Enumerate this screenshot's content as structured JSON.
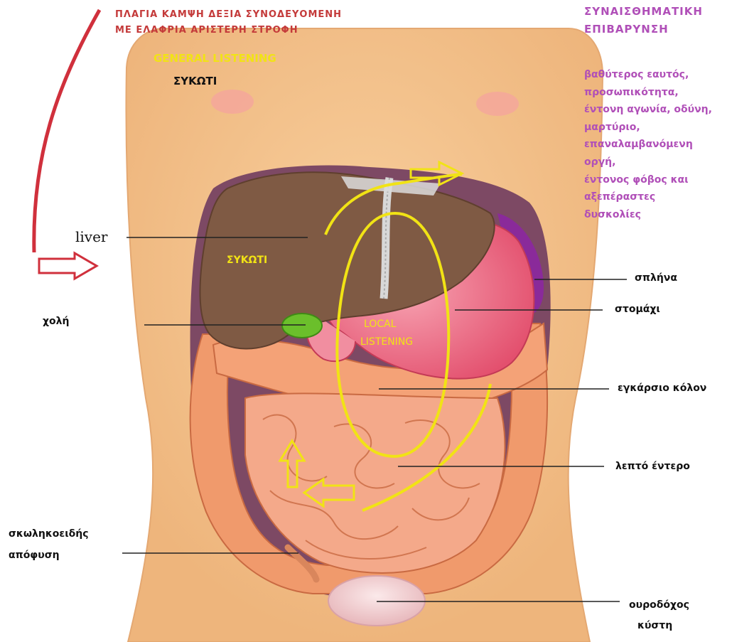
{
  "top_note": {
    "line1": "ΠΛΑΓΙΑ ΚΑΜΨΗ ΔΕΞΙΑ ΣΥΝΟΔΕΥΟΜΕΝΗ",
    "line2": "ΜΕ ΕΛΑΦΡΙΑ ΑΡΙΣΤΕΡΗ ΣΤΡΟΦΗ"
  },
  "general_listening": "GENERAL LISTENING",
  "general_organ": "ΣΥΚΩΤΙ",
  "emotional": {
    "title_line1": "ΣΥΝΑΙΣΘΗΜΑΤΙΚΗ",
    "title_line2": "ΕΠΙΒΑΡΥΝΣΗ",
    "lines": [
      "βαθύτερος εαυτός,",
      "προσωπικότητα,",
      "έντονη αγωνία, οδύνη,",
      "μαρτύριο,",
      "επαναλαμβανόμενη",
      "οργή,",
      "έντονος φόβος και",
      "αξεπέραστες",
      "δυσκολίες"
    ]
  },
  "in_image": {
    "liver": "ΣΥΚΩΤΙ",
    "local_line1": "LOCAL",
    "local_line2": "LISTENING"
  },
  "labels": {
    "liver": "liver",
    "gallbladder": "χολή",
    "spleen": "σπλήνα",
    "stomach": "στομάχι",
    "transverse_colon": "εγκάρσιο κόλον",
    "small_intestine": "λεπτό έντερο",
    "appendix_line1": "σκωληκοειδής",
    "appendix_line2": "απόφυση",
    "bladder_line1": "ουροδόχος",
    "bladder_line2": "κύστη"
  },
  "colors": {
    "skin": "#f5c58f",
    "liver": "#7f5a44",
    "stomach": "#f06e86",
    "spleen": "#8a2a9a",
    "gallbladder": "#6bbf2b",
    "intestine": "#f4a277",
    "highlight": "#f1e315",
    "arrow_red": "#d0303c"
  }
}
